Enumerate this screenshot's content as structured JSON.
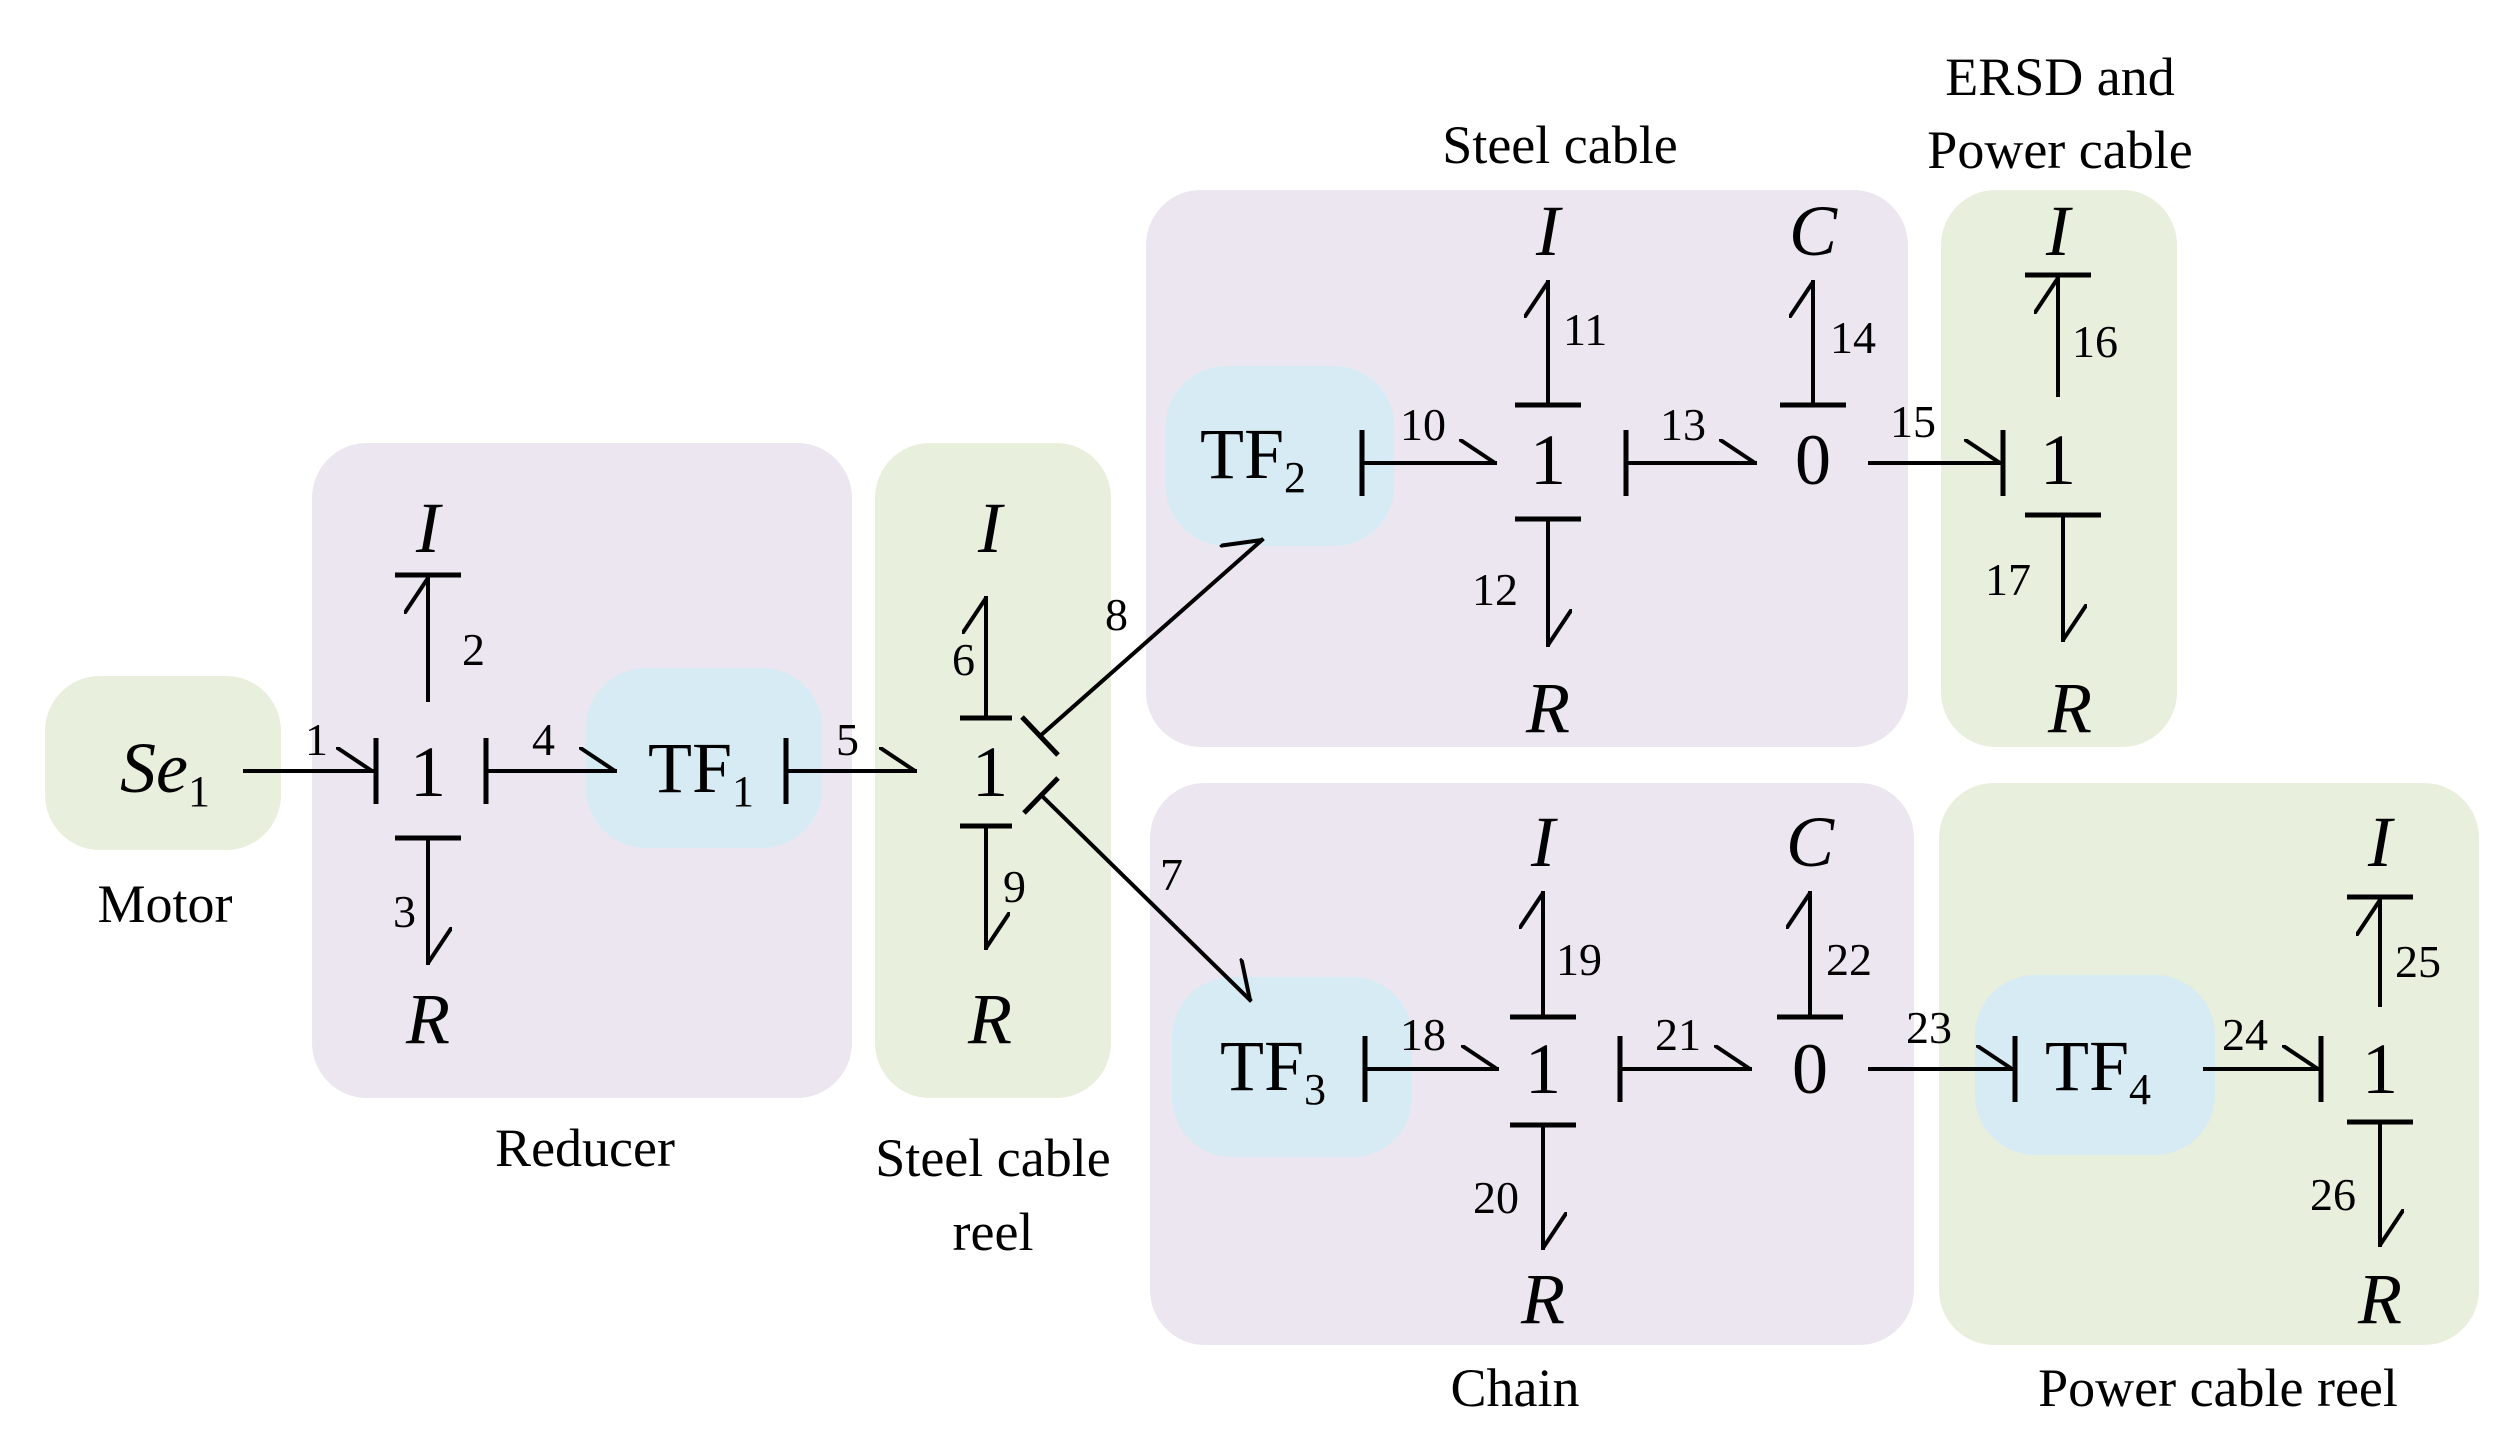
{
  "groups": {
    "motor": "Motor",
    "reducer": "Reducer",
    "steel_cable_reel_1": "Steel cable",
    "steel_cable_reel_2": "reel",
    "steel_cable": "Steel cable",
    "ersd_1": "ERSD and",
    "ersd_2": "Power cable",
    "chain": "Chain",
    "power_cable_reel": "Power cable reel"
  },
  "nodes": {
    "se": "Se",
    "se_sub": "1",
    "tf": "TF",
    "tf1_sub": "1",
    "tf2_sub": "2",
    "tf3_sub": "3",
    "tf4_sub": "4",
    "one": "1",
    "zero": "0",
    "inertia": "I",
    "resistor": "R",
    "capacitor": "C"
  },
  "bonds": [
    "1",
    "2",
    "3",
    "4",
    "5",
    "6",
    "7",
    "8",
    "9",
    "10",
    "11",
    "12",
    "13",
    "14",
    "15",
    "16",
    "17",
    "18",
    "19",
    "20",
    "21",
    "22",
    "23",
    "24",
    "25",
    "26"
  ],
  "colors": {
    "purple_box": "#ebe6f0",
    "green_box": "#e8efdc",
    "blue_node": "#d6ebf3"
  }
}
